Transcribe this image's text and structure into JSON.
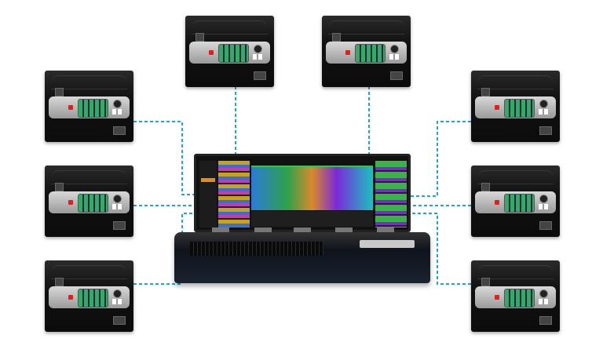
{
  "diagram": {
    "type": "network-topology",
    "center": {
      "kind": "control-console",
      "icon": "video-switcher-console-icon"
    },
    "nodes": [
      {
        "id": "top-left",
        "kind": "rack-processor"
      },
      {
        "id": "top-right",
        "kind": "rack-processor"
      },
      {
        "id": "left-1",
        "kind": "rack-processor"
      },
      {
        "id": "left-2",
        "kind": "rack-processor"
      },
      {
        "id": "left-3",
        "kind": "rack-processor"
      },
      {
        "id": "right-1",
        "kind": "rack-processor"
      },
      {
        "id": "right-2",
        "kind": "rack-processor"
      },
      {
        "id": "right-3",
        "kind": "rack-processor"
      }
    ],
    "connection_style": "dashed",
    "colors": {
      "link": "#1aa7e0",
      "device_body": "#111111",
      "panel": "#c0c0c0",
      "power_led": "#e0201c",
      "accent": "#e88a1a"
    }
  }
}
